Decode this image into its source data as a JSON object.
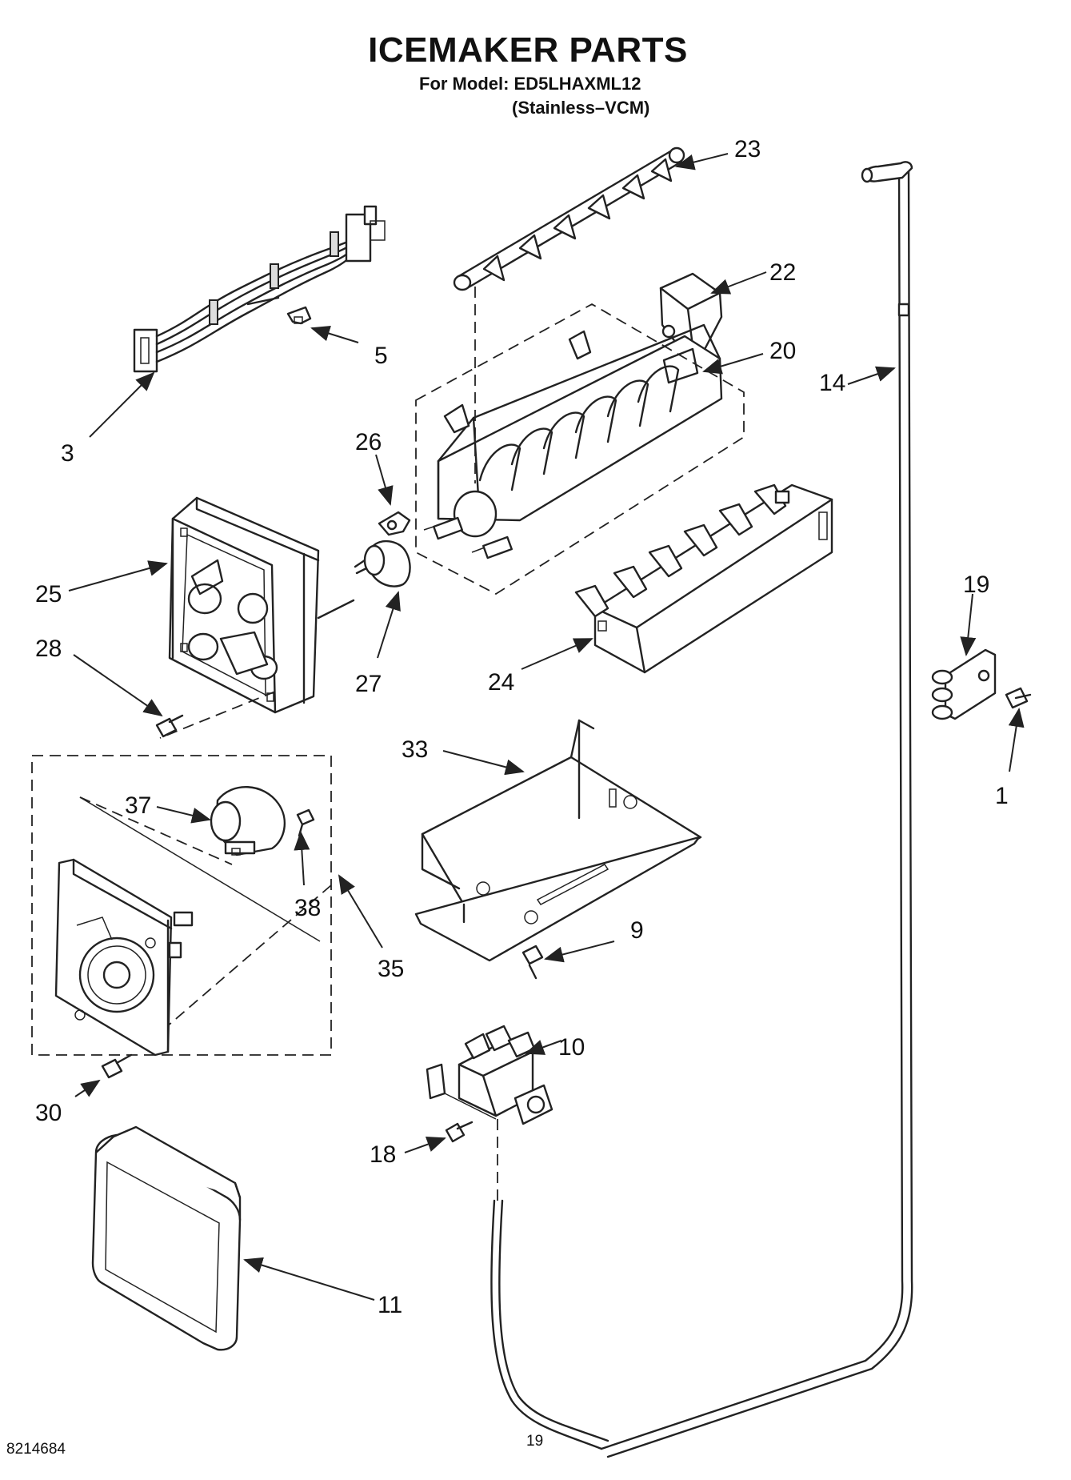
{
  "header": {
    "title": "ICEMAKER PARTS",
    "model_line": "For Model: ED5LHAXML12",
    "variant_line": "(Stainless–VCM)"
  },
  "callouts": [
    "1",
    "3",
    "5",
    "9",
    "10",
    "11",
    "14",
    "18",
    "19",
    "20",
    "22",
    "23",
    "24",
    "25",
    "26",
    "27",
    "28",
    "30",
    "33",
    "35",
    "37",
    "38"
  ],
  "footer": {
    "doc_number": "8214684",
    "page_number": "19"
  },
  "colors": {
    "ink": "#222222",
    "paper": "#ffffff"
  }
}
